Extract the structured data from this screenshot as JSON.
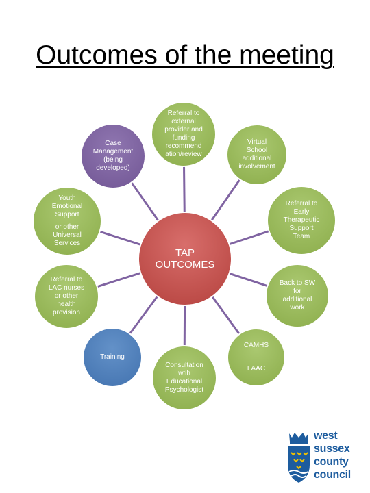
{
  "title": "Outcomes of the meeting",
  "center": {
    "label": "TAP\nOUTCOMES",
    "color": "#c0504d"
  },
  "nodes": [
    {
      "id": "case-management",
      "lines": [
        "Case\nManagement\n(being\ndeveloped)"
      ],
      "color": "#8064a2"
    },
    {
      "id": "external-referral",
      "lines": [
        "Referral to\nexternal\nprovider and\nfunding\nrecommend\nation/review"
      ],
      "color": "#9bbb59"
    },
    {
      "id": "virtual-school",
      "lines": [
        "Virtual\nSchool\nadditional\ninvolvement"
      ],
      "color": "#9bbb59"
    },
    {
      "id": "early-therapeutic",
      "lines": [
        "Referral to\nEarly\nTherapeutic\nSupport\nTeam"
      ],
      "color": "#9bbb59"
    },
    {
      "id": "back-to-sw",
      "lines": [
        "Back to SW\nfor\nadditional\nwork"
      ],
      "color": "#9bbb59"
    },
    {
      "id": "camhs-laac",
      "lines": [
        "CAMHS",
        "LAAC"
      ],
      "color": "#9bbb59"
    },
    {
      "id": "educational-psychologist",
      "lines": [
        "Consultation\nwtih\nEducational\nPsychologist"
      ],
      "color": "#9bbb59"
    },
    {
      "id": "training",
      "lines": [
        "Training"
      ],
      "color": "#4f81bd"
    },
    {
      "id": "lac-nurses",
      "lines": [
        "Referral to\nLAC nurses\nor other\nhealth\nprovision"
      ],
      "color": "#9bbb59"
    },
    {
      "id": "youth-emotional",
      "lines": [
        "Youth\nEmotional\nSupport",
        "or other\nUniversal\nServices"
      ],
      "color": "#9bbb59"
    }
  ],
  "connector_color": "#8064a2",
  "logo": {
    "words": [
      "west",
      "sussex",
      "county",
      "council"
    ]
  }
}
